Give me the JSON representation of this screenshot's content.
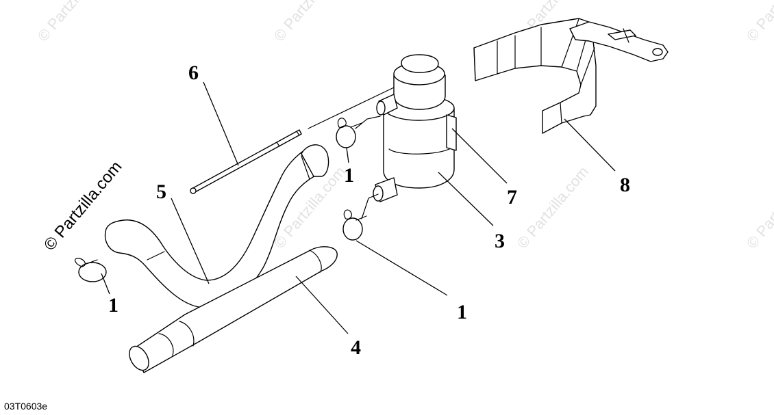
{
  "diagram": {
    "drawing_code": "03T0603e",
    "watermark_text": "© Partzilla.com",
    "callouts": {
      "clamp_left": "1",
      "clamp_top": "1",
      "clamp_right": "1",
      "canister": "3",
      "hose_straight": "4",
      "hose_curved": "5",
      "rod": "6",
      "strap": "7",
      "bracket": "8"
    }
  }
}
